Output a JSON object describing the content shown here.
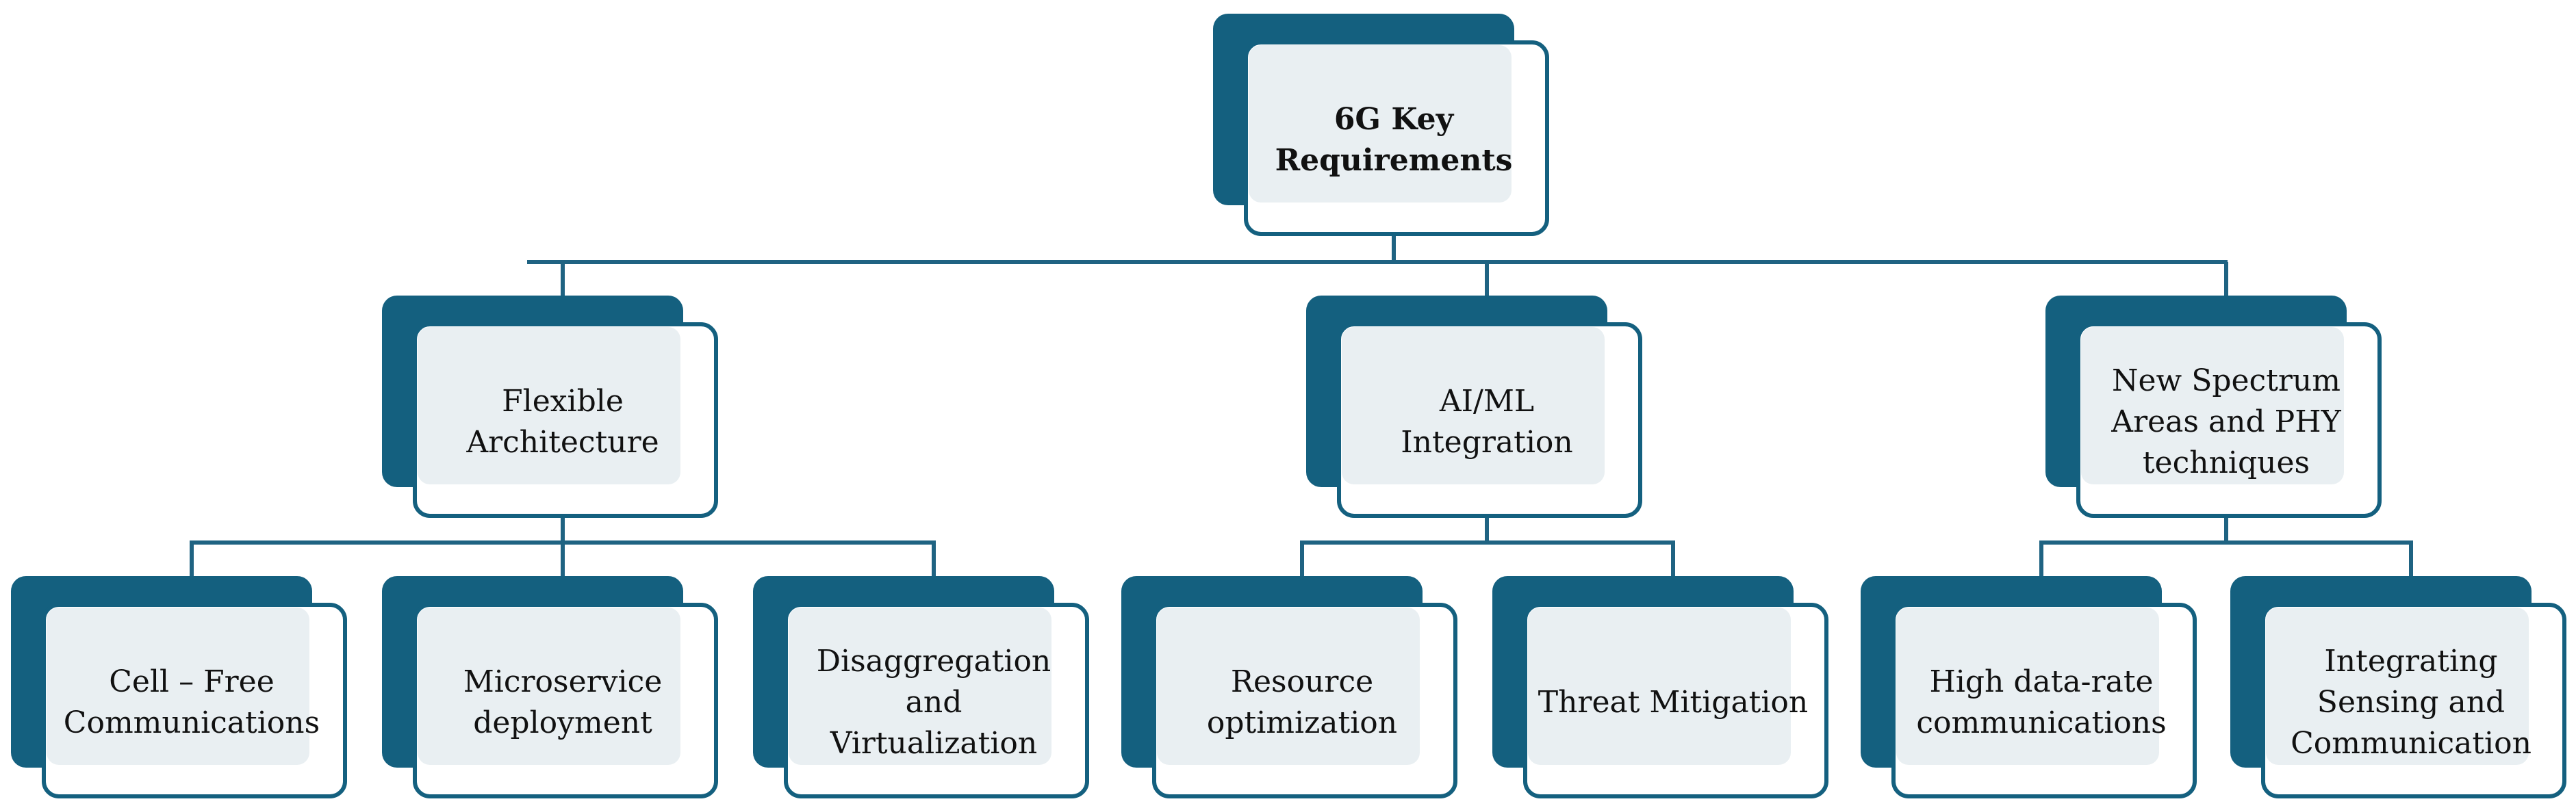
{
  "root": {
    "label_lines": [
      "6G Key",
      "Requirements"
    ]
  },
  "categories": [
    {
      "label_lines": [
        "Flexible",
        "Architecture"
      ],
      "children": [
        {
          "label_lines": [
            "Cell – Free",
            "Communications"
          ]
        },
        {
          "label_lines": [
            "Microservice",
            "deployment"
          ]
        },
        {
          "label_lines": [
            "Disaggregation",
            "and",
            "Virtualization"
          ]
        }
      ]
    },
    {
      "label_lines": [
        "AI/ML",
        "Integration"
      ],
      "children": [
        {
          "label_lines": [
            "Resource",
            "optimization"
          ]
        },
        {
          "label_lines": [
            "Threat Mitigation"
          ]
        }
      ]
    },
    {
      "label_lines": [
        "New Spectrum",
        "Areas and PHY",
        "techniques"
      ],
      "children": [
        {
          "label_lines": [
            "High data-rate",
            "communications"
          ]
        },
        {
          "label_lines": [
            "Integrating",
            "Sensing and",
            "Communication"
          ]
        }
      ]
    }
  ],
  "colors": {
    "dark_teal": "#14607f",
    "connector": "#1f6382",
    "inner_fill": "#e9eff2",
    "text": "#111111"
  }
}
